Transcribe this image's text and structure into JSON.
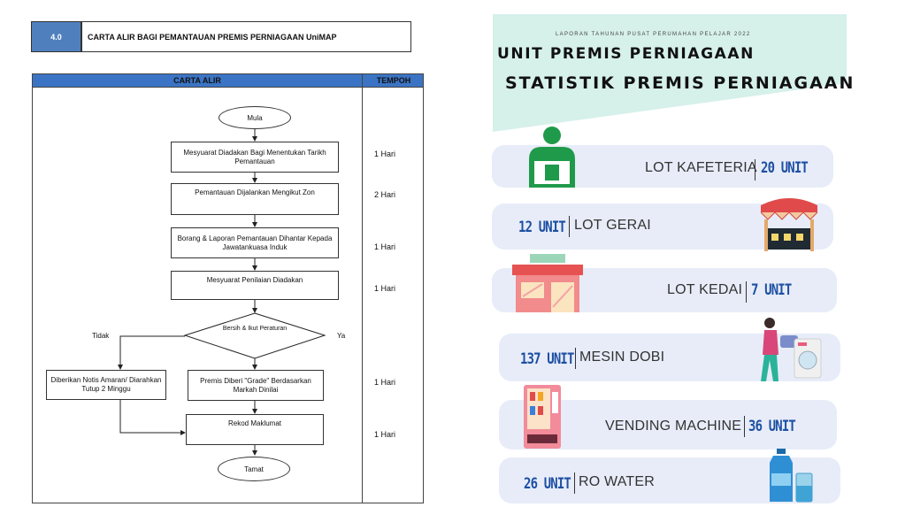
{
  "document": {
    "section_number": "4.0",
    "section_title": "CARTA ALIR BAGI PEMANTAUAN PREMIS PERNIAGAAN UniMAP",
    "columns": {
      "flowchart": "CARTA ALIR",
      "duration": "TEMPOH"
    },
    "flow": {
      "start": "Mula",
      "step1": "Mesyuarat Diadakan Bagi Menentukan Tarikh Pemantauan",
      "step2": "Pemantauan Dijalankan Mengikut Zon",
      "step3": "Borang & Laporan Pemantauan Dihantar Kepada Jawatankuasa Induk",
      "step4": "Mesyuarat Penilaian Diadakan",
      "decision": "Bersih & Ikut Peraturan",
      "no_label": "Tidak",
      "yes_label": "Ya",
      "no_branch": "Diberikan Notis Amaran/ Diarahkan Tutup 2 Minggu",
      "step5": "Premis Diberi \"Grade\" Berdasarkan Markah Dinilai",
      "step6": "Rekod Maklumat",
      "end": "Tamat"
    },
    "durations": [
      "1 Hari",
      "2 Hari",
      "1 Hari",
      "1 Hari",
      "1 Hari",
      "1 Hari"
    ]
  },
  "infographic": {
    "report_caption": "LAPORAN TAHUNAN PUSAT PERUMAHAN PELAJAR 2022",
    "title_line1": "UNIT PREMIS PERNIAGAAN",
    "title_line2": "STATISTIK PREMIS PERNIAGAAN",
    "items": [
      {
        "label": "LOT KAFETERIA",
        "value": "20 UNIT",
        "icon": "cafeteria-person-icon"
      },
      {
        "label": "LOT GERAI",
        "value": "12 UNIT",
        "icon": "stall-icon"
      },
      {
        "label": "LOT KEDAI",
        "value": "7 UNIT",
        "icon": "shop-icon"
      },
      {
        "label": "MESIN DOBI",
        "value": "137 UNIT",
        "icon": "laundry-icon"
      },
      {
        "label": "VENDING MACHINE",
        "value": "36 UNIT",
        "icon": "vending-machine-icon"
      },
      {
        "label": "RO WATER",
        "value": "26 UNIT",
        "icon": "water-bottle-icon"
      }
    ],
    "colors": {
      "pill": "#e7ecf8",
      "number": "#1d4fa3",
      "banner": "#d6f0ea",
      "green": "#1f9a4a"
    }
  }
}
